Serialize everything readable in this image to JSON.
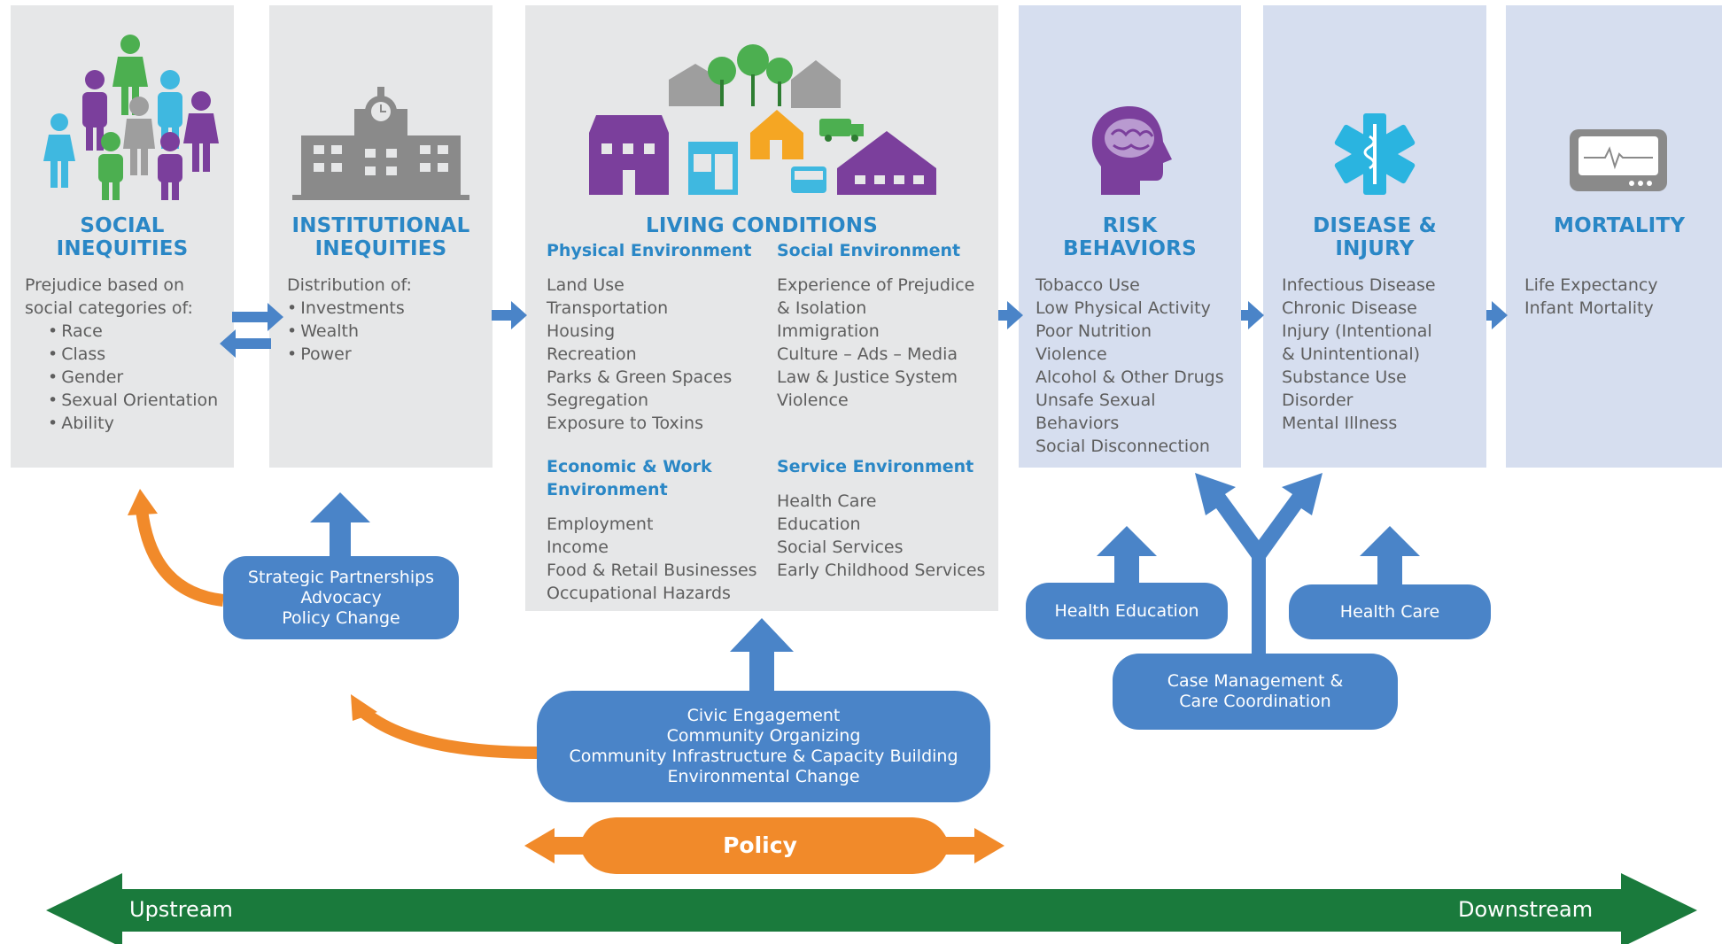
{
  "colors": {
    "title_blue": "#2a87c6",
    "arrow_blue": "#4a84c8",
    "orange": "#f18a2a",
    "green": "#1a7a3c",
    "gray_panel": "#e6e7e8",
    "blue_panel": "#d6deef",
    "purple": "#7b3f9c",
    "teal": "#3fb8e0"
  },
  "columns": {
    "social": {
      "title": [
        "SOCIAL",
        "INEQUITIES"
      ],
      "intro": [
        "Prejudice based on",
        "social categories of:"
      ],
      "items": [
        "Race",
        "Class",
        "Gender",
        "Sexual Orientation",
        "Ability"
      ],
      "icon": "people-icon"
    },
    "institutional": {
      "title": [
        "INSTITUTIONAL",
        "INEQUITIES"
      ],
      "intro": "Distribution of:",
      "items": [
        "Investments",
        "Wealth",
        "Power"
      ],
      "icon": "building-icon"
    },
    "living": {
      "title": "LIVING CONDITIONS",
      "icon": "neighborhood-icon",
      "physical": {
        "heading": "Physical Environment",
        "items": [
          "Land Use",
          "Transportation",
          "Housing",
          "Recreation",
          "Parks & Green Spaces",
          "Segregation",
          "Exposure to Toxins"
        ]
      },
      "social_env": {
        "heading": "Social Environment",
        "items": [
          "Experience of Prejudice",
          "& Isolation",
          "Immigration",
          "Culture – Ads – Media",
          "Law & Justice System",
          "Violence"
        ]
      },
      "economic": {
        "heading": [
          "Economic & Work",
          "Environment"
        ],
        "items": [
          "Employment",
          "Income",
          "Food & Retail Businesses",
          "Occupational Hazards"
        ]
      },
      "service": {
        "heading": "Service Environment",
        "items": [
          "Health Care",
          "Education",
          "Social Services",
          "Early Childhood Services"
        ]
      }
    },
    "risk": {
      "title": [
        "RISK",
        "BEHAVIORS"
      ],
      "icon": "brain-head-icon",
      "items": [
        "Tobacco Use",
        "Low Physical Activity",
        "Poor Nutrition",
        "Violence",
        "Alcohol & Other Drugs",
        "Unsafe Sexual",
        "Behaviors",
        "Social Disconnection"
      ]
    },
    "disease": {
      "title": [
        "DISEASE &",
        "INJURY"
      ],
      "icon": "star-of-life-icon",
      "items": [
        "Infectious Disease",
        "Chronic Disease",
        "Injury (Intentional",
        "& Unintentional)",
        "Substance Use",
        "Disorder",
        "Mental Illness"
      ]
    },
    "mortality": {
      "title": "MORTALITY",
      "icon": "heart-monitor-icon",
      "items": [
        "Life Expectancy",
        "Infant Mortality"
      ]
    }
  },
  "interventions": {
    "strategic": [
      "Strategic  Partnerships",
      "Advocacy",
      "Policy Change"
    ],
    "civic": [
      "Civic Engagement",
      "Community Organizing",
      "Community Infrastructure & Capacity Building",
      "Environmental Change"
    ],
    "health_education": "Health Education",
    "health_care": "Health Care",
    "case_management": [
      "Case Management &",
      "Care Coordination"
    ],
    "policy": "Policy"
  },
  "stream": {
    "upstream": "Upstream",
    "downstream": "Downstream"
  }
}
